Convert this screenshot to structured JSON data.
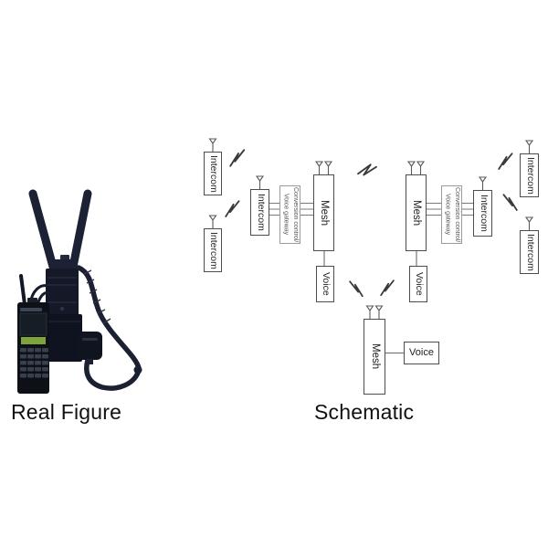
{
  "captions": {
    "real_figure": "Real Figure",
    "schematic": "Schematic"
  },
  "schematic": {
    "labels": {
      "intercom": "Intercom",
      "mesh": "Mesh",
      "voice": "Voice",
      "gateway": "Conversion control/\nVoice gateway"
    }
  },
  "photo": {
    "device_color": "#171b2b",
    "lcd_color": "#7fa43e"
  }
}
